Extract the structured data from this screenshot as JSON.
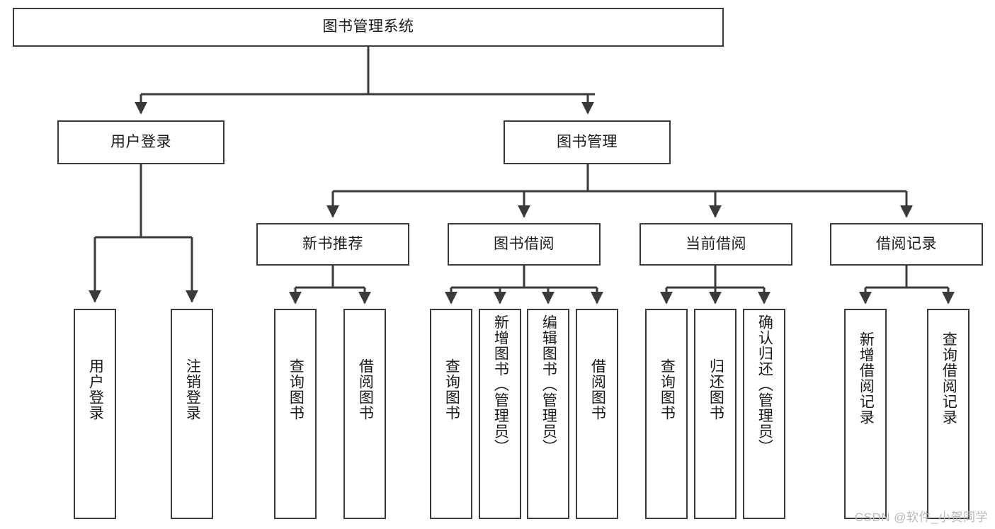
{
  "diagram": {
    "title": "图书管理系统",
    "type": "tree",
    "watermark": "CSDN @软件_小贺同学",
    "colors": {
      "box_border": "#3a3a3a",
      "box_fill": "#ffffff",
      "edge": "#3a3a3a",
      "text": "#1a1a1a",
      "watermark": "#b9b9b9"
    },
    "root": {
      "label": "图书管理系统"
    },
    "level2": [
      {
        "label": "用户登录"
      },
      {
        "label": "图书管理"
      }
    ],
    "level3": [
      {
        "label": "新书推荐"
      },
      {
        "label": "图书借阅"
      },
      {
        "label": "当前借阅"
      },
      {
        "label": "借阅记录"
      }
    ],
    "leaves": {
      "user_login": [
        {
          "label": "用户登录"
        },
        {
          "label": "注销登录"
        }
      ],
      "new_book": [
        {
          "label": "查询图书"
        },
        {
          "label": "借阅图书"
        }
      ],
      "book_borrow": [
        {
          "label": "查询图书"
        },
        {
          "label": "新增图书（管理员）"
        },
        {
          "label": "编辑图书（管理员）"
        },
        {
          "label": "借阅图书"
        }
      ],
      "current_borrow": [
        {
          "label": "查询图书"
        },
        {
          "label": "归还图书"
        },
        {
          "label": "确认归还（管理员）"
        }
      ],
      "borrow_record": [
        {
          "label": "新增借阅记录"
        },
        {
          "label": "查询借阅记录"
        }
      ]
    }
  }
}
